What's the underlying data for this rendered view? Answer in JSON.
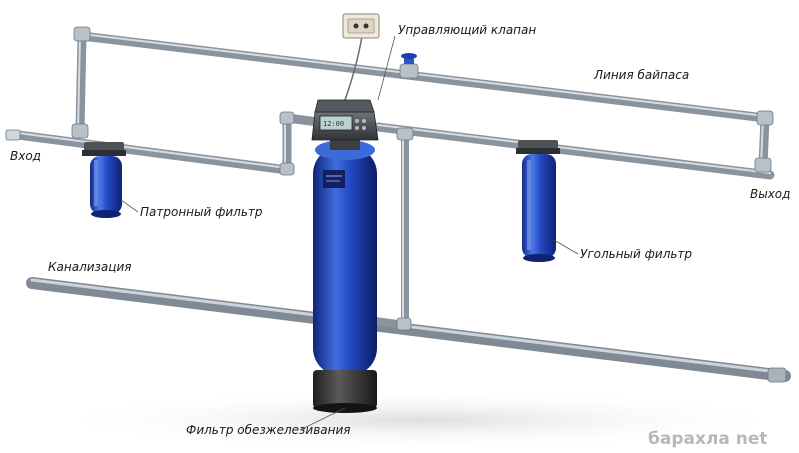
{
  "labels": {
    "control_valve": "Управляющий клапан",
    "bypass_line": "Линия байпаса",
    "inlet": "Вход",
    "outlet": "Выход",
    "cartridge_filter": "Патронный фильтр",
    "carbon_filter": "Угольный фильтр",
    "sewer": "Канализация",
    "iron_removal_filter": "Фильтр обезжелезивания"
  },
  "watermark": "барахла net",
  "colors": {
    "pipe": "#9ea7b0",
    "pipe_highlight": "#d6dce2",
    "filter_blue": "#1c3fb8",
    "filter_blue_light": "#4a78e6",
    "tank_base": "#3a3a3a",
    "valve_head": "#4a4d52",
    "bypass_valve": "#2a54c8"
  },
  "icons": [
    "wall-outlet-icon",
    "bypass-valve-icon",
    "control-valve-display-icon"
  ]
}
